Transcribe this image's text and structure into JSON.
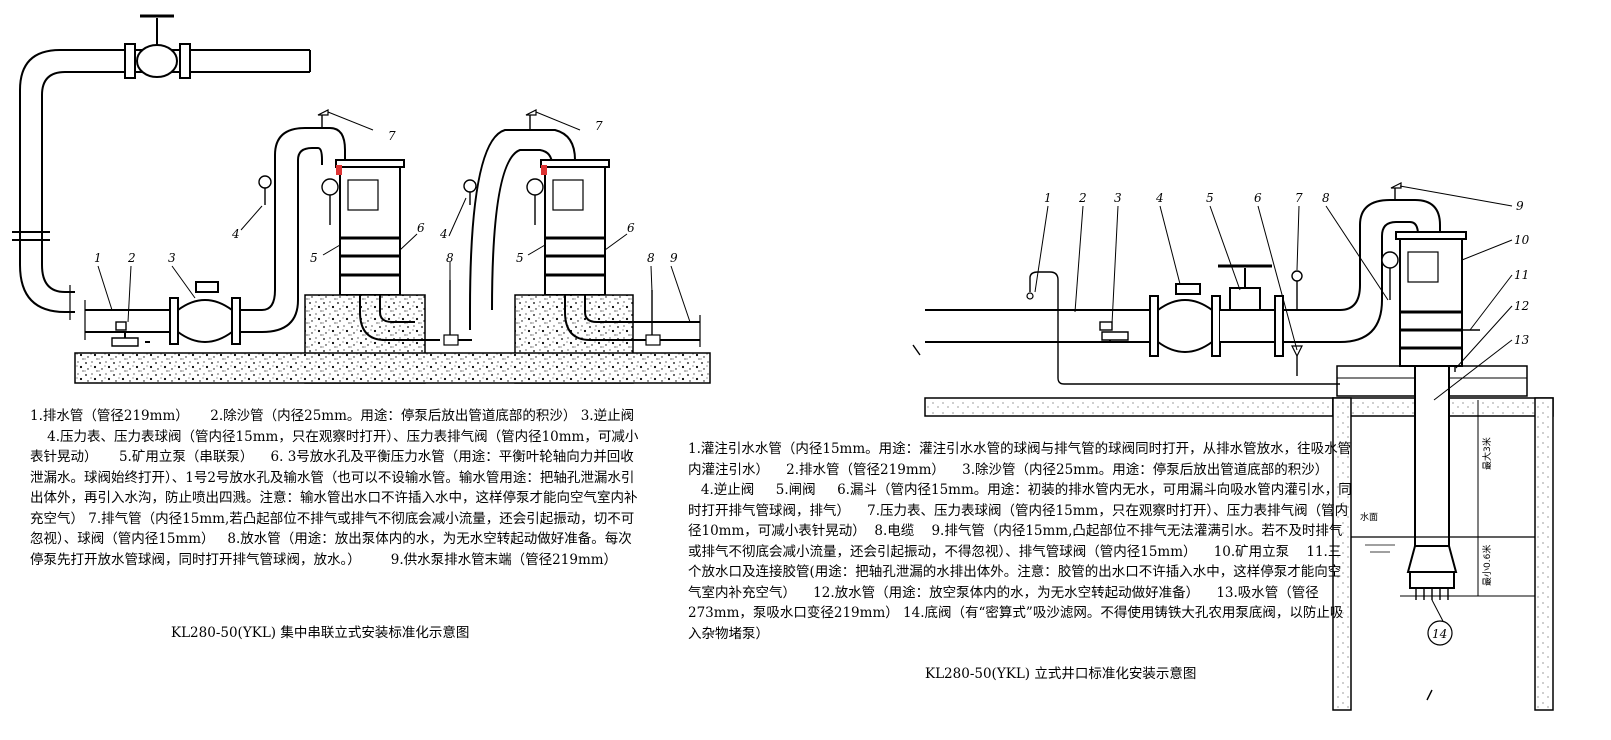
{
  "left_diagram": {
    "labels": [
      "1",
      "2",
      "3",
      "4",
      "5",
      "6",
      "7",
      "8",
      "9"
    ],
    "legend": [
      "1.排水管（管径219mm）",
      "2.除沙管（内径25mm。用途：停泵后放出管道底部的积沙）",
      "3.逆止阀",
      "4.压力表、压力表球阀（管内径15mm，只在观察时打开）、压力表排气阀（管内径10mm，可减小表针晃动）",
      "5.矿用立泵（串联泵）",
      "6. 3号放水孔及平衡压力水管（用途：平衡叶轮轴向力并回收泄漏水。球阀始终打开）、1号2号放水孔及输水管（也可以不设输水管。输水管用途：把轴孔泄漏水引出体外，再引入水沟，防止喷出四溅。注意：输水管出水口不许插入水中，这样停泵才能向空气室内补充空气）",
      "7.排气管（内径15mm,若凸起部位不排气或排气不彻底会减小流量，还会引起振动，切不可忽视）、球阀（管内径15mm）",
      "8.放水管（用途：放出泵体内的水，为无水空转起动做好准备。每次停泵先打开放水管球阀，同时打开排气管球阀，放水。）",
      "9.供水泵排水管末端（管径219mm）"
    ],
    "caption": "KL280-50(YKL) 集中串联立式安装标准化示意图"
  },
  "right_diagram": {
    "labels": [
      "1",
      "2",
      "3",
      "4",
      "5",
      "6",
      "7",
      "8",
      "9",
      "10",
      "11",
      "12",
      "13",
      "14"
    ],
    "water_label": "水面",
    "depth_labels": [
      "最大3米",
      "最小0.6米"
    ],
    "legend": [
      "1.灌注引水水管（内径15mm。用途：灌注引水水管的球阀与排气管的球阀同时打开，从排水管放水，往吸水管内灌注引水）",
      "2.排水管（管径219mm）",
      "3.除沙管（内径25mm。用途：停泵后放出管道底部的积沙）",
      "4.逆止阀",
      "5.闸阀",
      "6.漏斗（管内径15mm。用途：初装的排水管内无水，可用漏斗向吸水管内灌引水，同时打开排气管球阀，排气）",
      "7.压力表、压力表球阀（管内径15mm，只在观察时打开）、压力表排气阀（管内径10mm，可减小表针晃动）",
      "8.电缆",
      "9.排气管（内径15mm,凸起部位不排气无法灌满引水。若不及时排气或排气不彻底会减小流量，还会引起振动，不得忽视）、排气管球阀（管内径15mm）",
      "10.矿用立泵",
      "11.三个放水口及连接胶管(用途：把轴孔泄漏的水排出体外。注意：胶管的出水口不许插入水中，这样停泵才能向空气室内补充空气）",
      "12.放水管（用途：放空泵体内的水，为无水空转起动做好准备）",
      "13.吸水管（管径273mm，泵吸水口变径219mm）",
      "14.底阀（有“密算式”吸沙滤网。不得使用铸铁大孔农用泵底阀，以防止吸入杂物堵泵）"
    ],
    "caption": "KL280-50(YKL) 立式井口标准化安装示意图"
  }
}
